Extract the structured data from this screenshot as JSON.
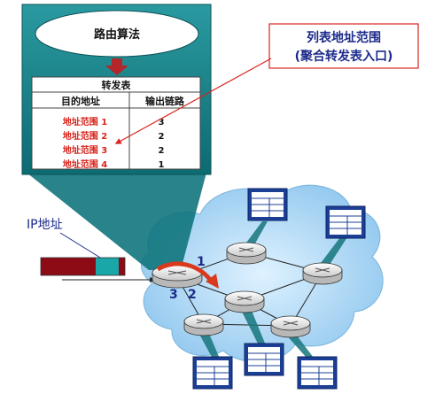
{
  "router_panel": {
    "algorithm_label": "路由算法",
    "table_title": "转发表",
    "col_dest": "目的地址",
    "col_link": "输出链路",
    "rows": [
      {
        "dest": "地址范围 1",
        "link": "3"
      },
      {
        "dest": "地址范围 2",
        "link": "2"
      },
      {
        "dest": "地址范围 3",
        "link": "2"
      },
      {
        "dest": "地址范围 4",
        "link": "1"
      }
    ]
  },
  "callout": {
    "line1": "列表地址范围",
    "line2": "(聚合转发表入口)"
  },
  "ip_label": "IP地址",
  "link_labels": {
    "one": "1",
    "two": "2",
    "three": "3"
  },
  "colors": {
    "panel_teal": "#1a7f86",
    "cloud_blue": "#9fd0f0",
    "arrow_red": "#d93a1e",
    "row_red": "#d7261e",
    "packet_dark_red": "#8c0b14",
    "packet_teal": "#1aa7a7",
    "mini_table_blue": "#1b3f95",
    "node_gray": "#e7e7e7"
  }
}
